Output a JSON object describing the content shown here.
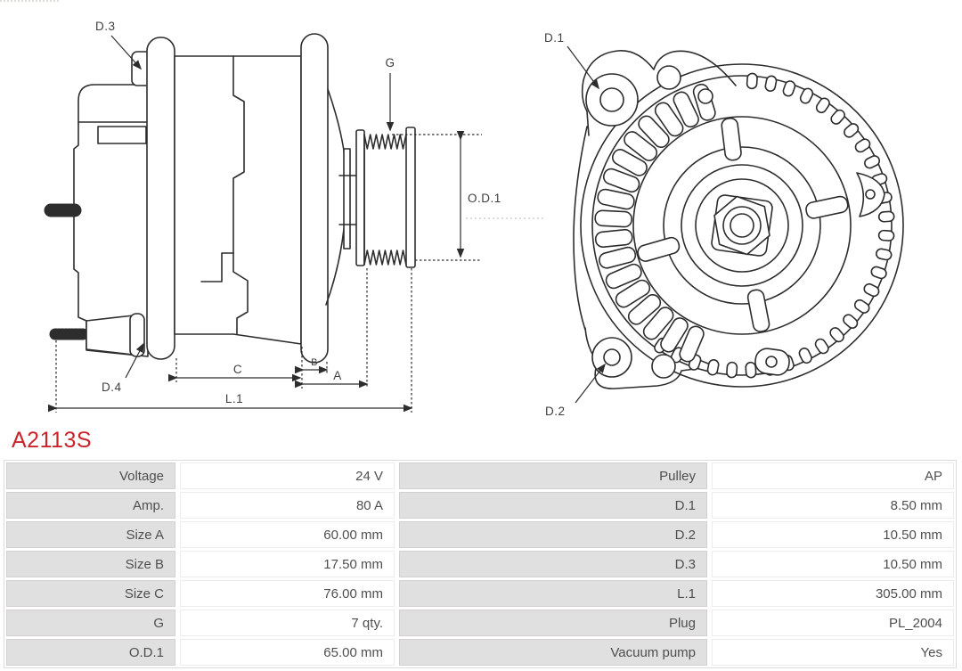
{
  "part_number": "A2113S",
  "colors": {
    "part_number_red": "#c9252c",
    "line_art": "#2d2d2d",
    "table_label_bg": "#e0e0e0",
    "table_value_bg": "#ffffff",
    "table_text": "#4f4f4f"
  },
  "diagram": {
    "side_view_labels": {
      "d3": "D.3",
      "g": "G",
      "od1": "O.D.1",
      "d4": "D.4",
      "c": "C",
      "b": "B",
      "a": "A",
      "l1": "L.1"
    },
    "front_view_labels": {
      "d1": "D.1",
      "d2": "D.2"
    }
  },
  "table": {
    "rows": [
      {
        "label_left": "Voltage",
        "value_left": "24 V",
        "label_right": "Pulley",
        "value_right": "AP"
      },
      {
        "label_left": "Amp.",
        "value_left": "80 A",
        "label_right": "D.1",
        "value_right": "8.50 mm"
      },
      {
        "label_left": "Size A",
        "value_left": "60.00 mm",
        "label_right": "D.2",
        "value_right": "10.50 mm"
      },
      {
        "label_left": "Size B",
        "value_left": "17.50 mm",
        "label_right": "D.3",
        "value_right": "10.50 mm"
      },
      {
        "label_left": "Size C",
        "value_left": "76.00 mm",
        "label_right": "L.1",
        "value_right": "305.00 mm"
      },
      {
        "label_left": "G",
        "value_left": "7 qty.",
        "label_right": "Plug",
        "value_right": "PL_2004"
      },
      {
        "label_left": "O.D.1",
        "value_left": "65.00 mm",
        "label_right": "Vacuum pump",
        "value_right": "Yes"
      }
    ]
  }
}
